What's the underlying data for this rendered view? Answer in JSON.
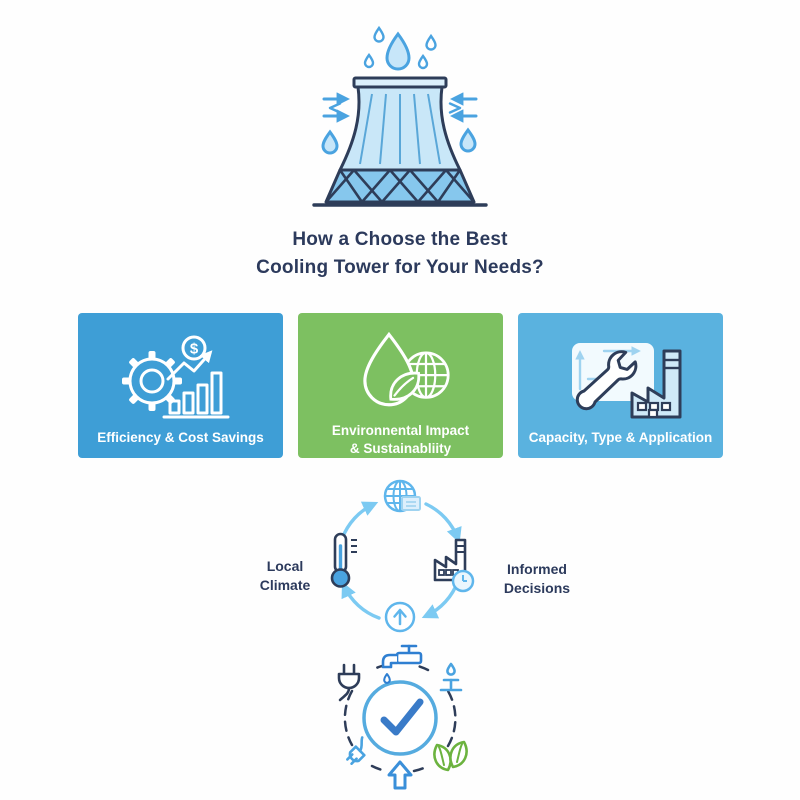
{
  "title": {
    "text": "How a Choose the Best\nCooling Tower for Your Needs?"
  },
  "hero": {
    "icon": "cooling-tower"
  },
  "cards": [
    {
      "label": "Efficiency & Cost Savings",
      "icon": "gear-dollar-growth-chart",
      "bg": "#3E9ED6"
    },
    {
      "label": "Environnental Impact\n& Sustainabliity",
      "icon": "water-drop-leaf-globe",
      "bg": "#7DC061"
    },
    {
      "label": "Capacity, Type & Application",
      "icon": "wrench-factory-dimensions",
      "bg": "#5AB2DF"
    }
  ],
  "cycle": {
    "left_label": "Local\nClimate",
    "right_label": "Informed\nDecisions",
    "node_icons": [
      "globe-document",
      "factory-clock",
      "cycle-up-arrow",
      "thermometer"
    ],
    "arrow_color": "#7CCAF2"
  },
  "ring": {
    "center_icon": "checkmark-circle",
    "orbit_icons": [
      "faucet",
      "power-plug",
      "water-tap-drop",
      "power-connector",
      "leaves",
      "up-arrow"
    ]
  },
  "colors": {
    "accent_blue": "#4AA3E0",
    "navy": "#2C3A5C",
    "card1_bg": "#3E9ED6",
    "card2_bg": "#7DC061",
    "card3_bg": "#5AB2DF",
    "cycle_arrow_blue": "#7CCAF2",
    "check_blue": "#3A7BC8",
    "leaf_green": "#6CB33F"
  }
}
